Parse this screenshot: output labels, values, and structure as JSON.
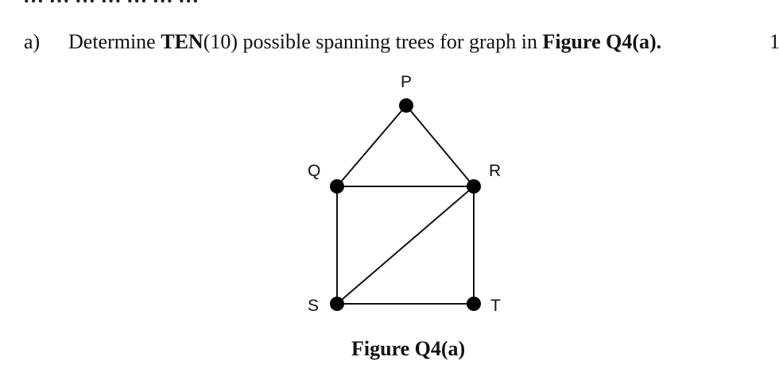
{
  "document": {
    "cut_header": "… … … … … … …",
    "question": {
      "label": "a)",
      "text_1": "Determine ",
      "text_bold_1": "TEN",
      "text_2": "(10) possible spanning trees for graph in ",
      "text_bold_2": "Figure Q4(a).",
      "marks": "1"
    },
    "figure": {
      "caption": "Figure Q4(a)",
      "nodes": [
        "P",
        "Q",
        "R",
        "S",
        "T"
      ],
      "edges": [
        [
          "P",
          "Q"
        ],
        [
          "P",
          "R"
        ],
        [
          "Q",
          "R"
        ],
        [
          "Q",
          "S"
        ],
        [
          "R",
          "S"
        ],
        [
          "R",
          "T"
        ],
        [
          "S",
          "T"
        ]
      ]
    }
  }
}
